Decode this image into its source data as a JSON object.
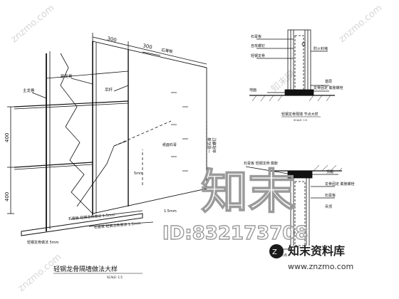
{
  "main_detail": {
    "title": "轻钢龙骨隔墙做法大样",
    "scale": "SCALE: 1:5",
    "dim_top_1": "300",
    "dim_top_2": "300",
    "dim_left_1": "400",
    "dim_left_2": "400",
    "label_main_keel": "主龙骨",
    "label_sub_keel": "副龙骨",
    "label_hanger": "吊杆",
    "label_board": "石膏板",
    "label_right_1": "一层石膏",
    "label_right_2": "自攻螺钉",
    "label_center_1": "纸面石膏",
    "label_center_2": "5mm",
    "label_bottom_1": "石膏板 轻钢龙骨做法 1.5mm",
    "label_bottom_2": "石膏板 轻钢龙骨做法 1.5mm",
    "label_bottom_3": "1.5mm",
    "label_bottom_left": "轻钢龙骨做法 5mm"
  },
  "top_right_detail": {
    "label_1": "石膏板",
    "label_2": "自攻螺钉",
    "label_3": "轻钢龙骨",
    "label_4": "防火封堵",
    "label_5": "基层",
    "label_6": "龙骨固定 膨胀螺栓",
    "label_7": "地面",
    "caption": "轻钢龙骨隔墙 节点大样",
    "scale": "SCALE: 1:5"
  },
  "bottom_right_detail": {
    "label_1": "石膏板 轻钢龙骨 膨胀",
    "label_2": "顶棚",
    "label_3": "龙骨固定 膨胀螺栓",
    "label_4": "石膏板",
    "label_5": "吊顶",
    "caption": "节点"
  },
  "watermarks": {
    "big_text": "知末",
    "id_text": "ID:832173708",
    "brand": "知末资料库",
    "url": "www.znzmo.com",
    "diag_1": "znzmo.com",
    "diag_2": "znzmo.com",
    "diag_3": "知末网",
    "diag_4": "znzmo.com"
  }
}
